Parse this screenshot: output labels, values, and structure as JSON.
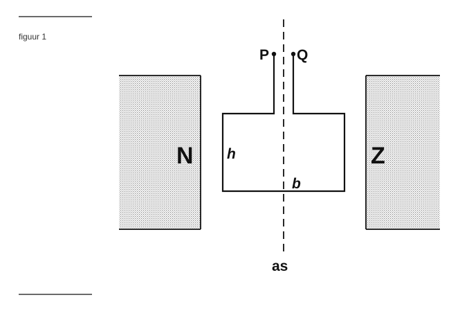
{
  "figure": {
    "caption": "figuur 1",
    "magnet": {
      "north_label": "N",
      "south_label": "Z"
    },
    "terminals": {
      "left_label": "P",
      "right_label": "Q"
    },
    "coil": {
      "height_label": "h",
      "width_label": "b"
    },
    "axis_label": "as"
  },
  "colors": {
    "ink": "#111111",
    "pole_fill": "#d9d9d9",
    "background": "#ffffff"
  }
}
